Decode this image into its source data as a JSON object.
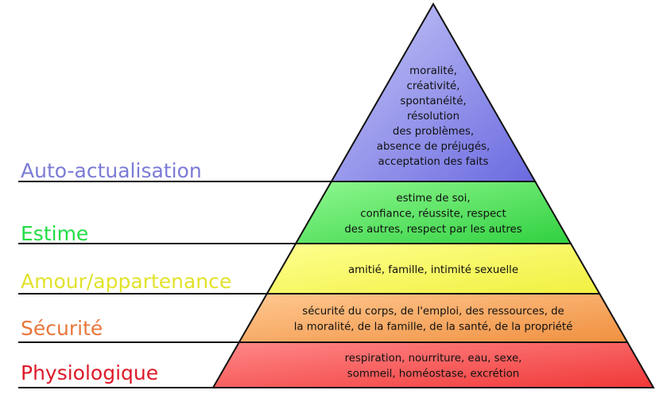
{
  "title": "Pyramide des besoins",
  "levels": [
    {
      "name": "Auto-actualisation",
      "color": "#7b7bd6",
      "lines": [
        "moralité,",
        "créativité,",
        "spontanéité,",
        "résolution",
        "des problèmes,",
        "absence de préjugés,",
        "acceptation des faits"
      ]
    },
    {
      "name": "Estime",
      "color": "#22dd44",
      "lines": [
        "estime de soi,",
        "confiance, réussite, respect",
        "des autres, respect par les autres"
      ]
    },
    {
      "name": "Amour/appartenance",
      "color": "#e2e22c",
      "lines": [
        "amitié, famille, intimité sexuelle"
      ]
    },
    {
      "name": "Sécurité",
      "color": "#e8763a",
      "lines": [
        "sécurité du corps, de l'emploi, des ressources, de",
        "la moralité, de la famille, de la santé, de la propriété"
      ]
    },
    {
      "name": "Physiologique",
      "color": "#dd1a2a",
      "lines": [
        "respiration, nourriture, eau, sexe,",
        "sommeil, homéostase, excrétion"
      ]
    }
  ]
}
